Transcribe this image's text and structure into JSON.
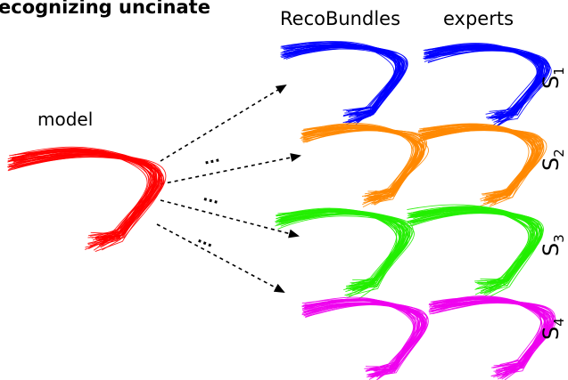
{
  "title": "ecognizing uncinate",
  "labels": {
    "model": "model",
    "recobundles": "RecoBundles",
    "experts": "experts"
  },
  "subjects": [
    {
      "letter": "S",
      "index": "1"
    },
    {
      "letter": "S",
      "index": "2"
    },
    {
      "letter": "S",
      "index": "3"
    },
    {
      "letter": "S",
      "index": "4"
    }
  ],
  "ellipsis": "...",
  "colors": {
    "model": "#ff0000",
    "s1": "#0000ff",
    "s2": "#ff8800",
    "s3": "#22ee00",
    "s4": "#ee00ee",
    "arrow": "#000000"
  }
}
